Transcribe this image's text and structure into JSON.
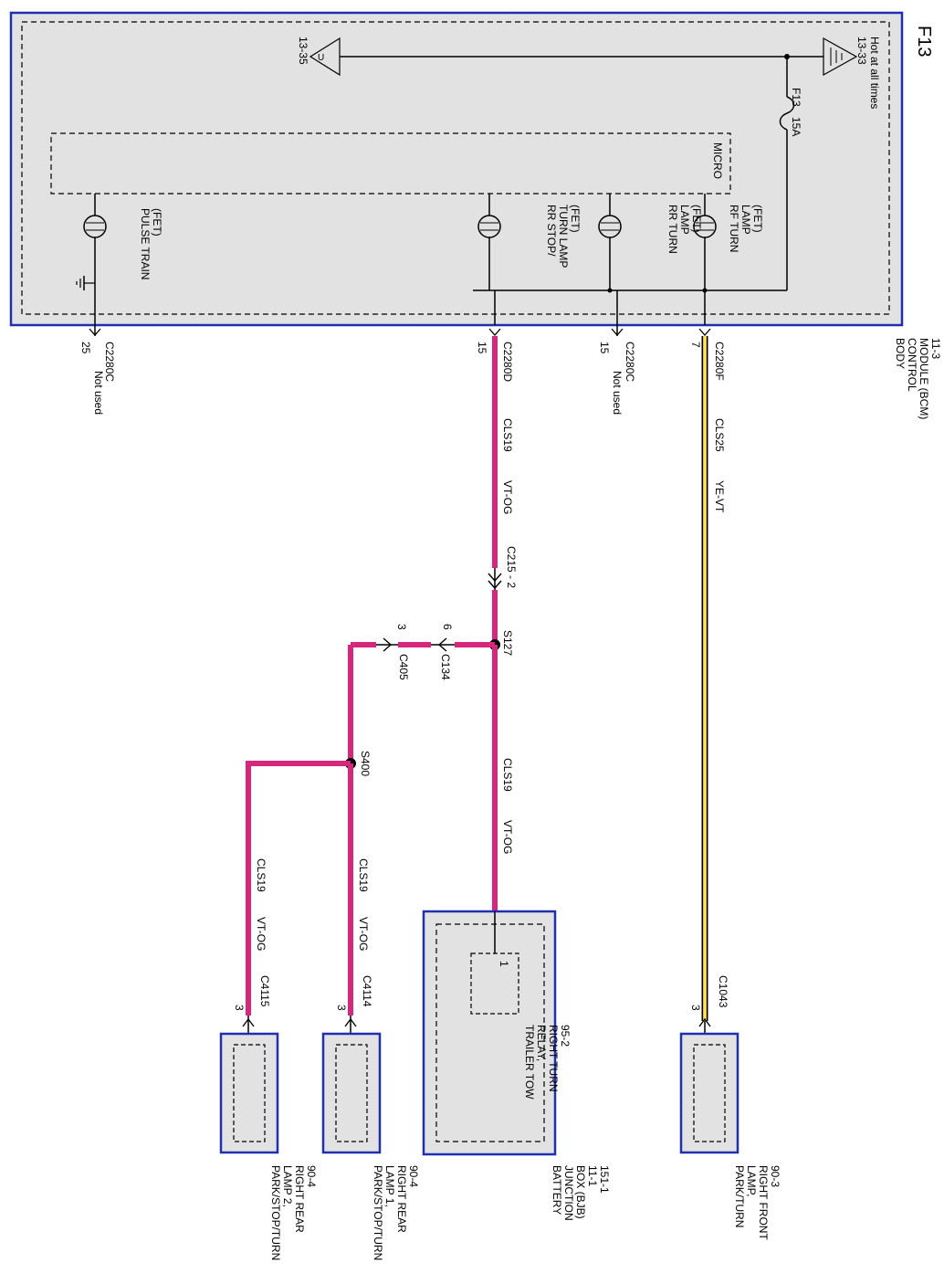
{
  "page_code": "F13",
  "colors": {
    "module_border": "#1f2fb0",
    "module_fill": "#e2e2e2",
    "wire_pink": "#d6267e",
    "wire_yellow": "#e6c11a",
    "wire_black": "#000000"
  },
  "bcm": {
    "title": "BODY\nCONTROL\nMODULE (BCM)\n11-3\n151-22",
    "hot_label": "Hot at all times",
    "ref_in": "13-33",
    "ref_out": "13-35",
    "fuse_name": "F13",
    "fuse_rating": "15A",
    "micro_label": "MICRO",
    "outputs": [
      {
        "label": "RF TURN\nLAMP\n(FET)",
        "connector": "C2280F",
        "pin": "7",
        "note": ""
      },
      {
        "label": "RR TURN\nLAMP\n(FET)",
        "connector": "C2280C",
        "pin": "15",
        "note": "Not used"
      },
      {
        "label": "RR STOP/\nTURN LAMP\n(FET)",
        "connector": "C2280D",
        "pin": "15",
        "note": ""
      },
      {
        "label": "PULSE TRAIN\n(FET)",
        "connector": "C2280C",
        "pin": "25",
        "note": "Not used"
      }
    ]
  },
  "wires": {
    "front": {
      "circuit": "CLS25",
      "color": "YE-VT"
    },
    "rear_main": {
      "circuit": "CLS19",
      "color": "VT-OG"
    },
    "rear_to_bjb": {
      "circuit": "CLS19",
      "color": "VT-OG"
    },
    "rear_lamp1": {
      "circuit": "CLS19",
      "color": "VT-OG"
    },
    "rear_lamp2": {
      "circuit": "CLS19",
      "color": "VT-OG"
    }
  },
  "inline": {
    "c215": "C215 - 2",
    "s127": "S127",
    "c134": {
      "name": "C134",
      "pin": "6"
    },
    "c405": {
      "name": "C405",
      "pin": "3"
    },
    "s400": "S400"
  },
  "bjb": {
    "title": "BATTERY\nJUNCTION\nBOX (BJB)\n11-1\n151-1",
    "relay_label": "TRAILER TOW\nRELAY,\nRIGHT TURN\n95-2",
    "pin": "1"
  },
  "lamps": [
    {
      "title": "PARK/TURN\nLAMP,\nRIGHT FRONT\n90-3",
      "connector": "C1043",
      "pin": "3"
    },
    {
      "title": "PARK/STOP/TURN\nLAMP 1,\nRIGHT REAR\n90-4",
      "connector": "C4114",
      "pin": "3"
    },
    {
      "title": "PARK/STOP/TURN\nLAMP 2,\nRIGHT REAR\n90-4",
      "connector": "C4115",
      "pin": "3"
    }
  ]
}
